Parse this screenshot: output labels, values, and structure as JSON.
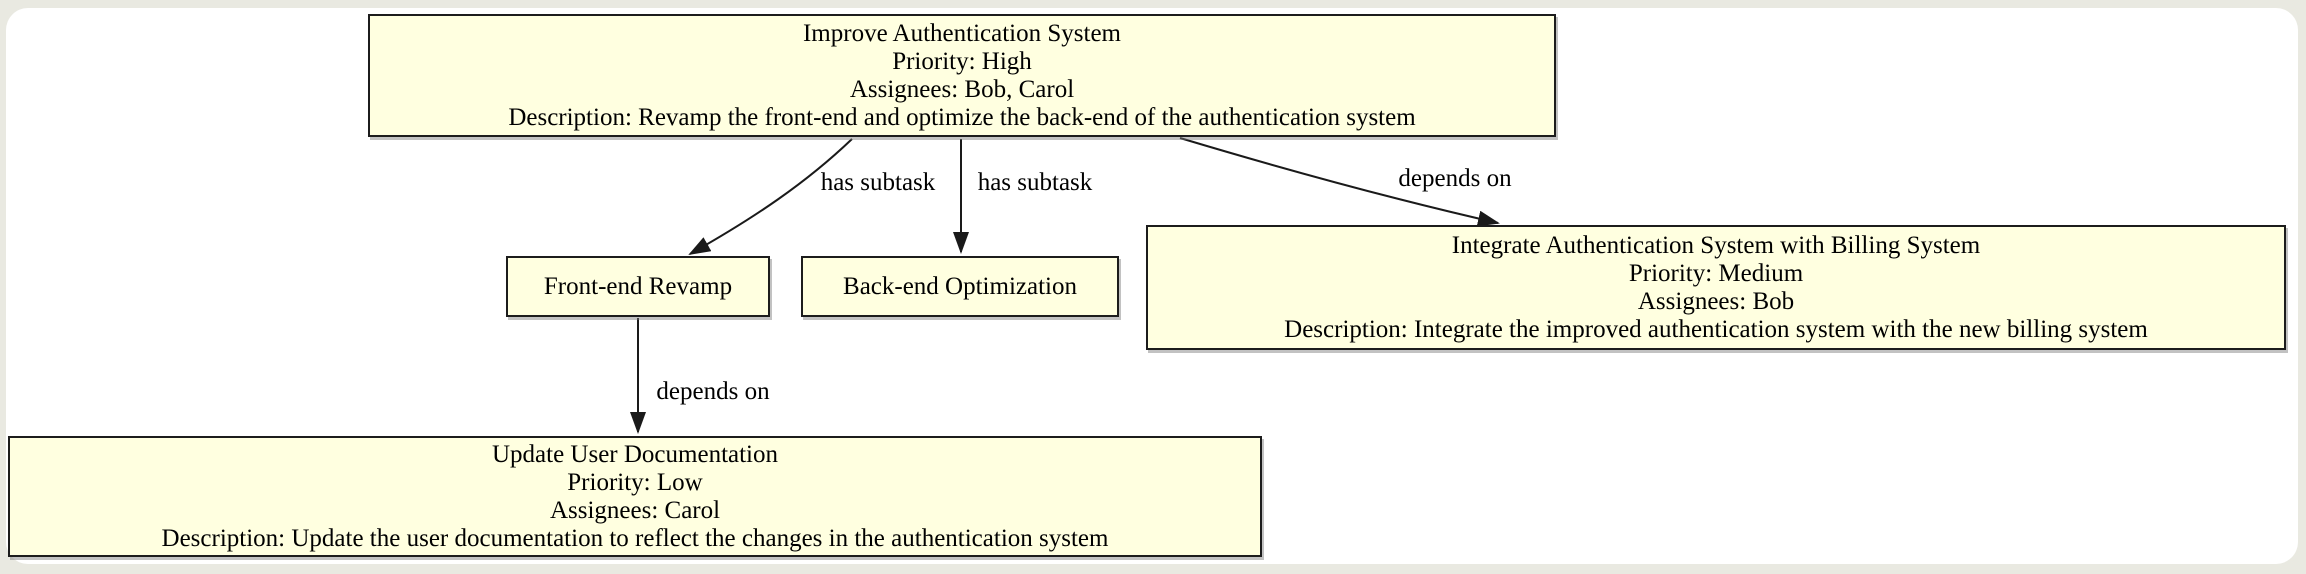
{
  "diagram": {
    "background_color": "#E9E9E1",
    "canvas_color": "#FFFFFF",
    "node_fill_color": "#FFFFE0",
    "node_border_color": "#1C1C1C",
    "edge_color": "#1A1A1A",
    "text_color": "#000000"
  },
  "nodes": {
    "improve_auth": {
      "lines": [
        "Improve Authentication System",
        "Priority: High",
        "Assignees: Bob, Carol",
        "Description: Revamp the front-end and optimize the back-end of the authentication system"
      ]
    },
    "frontend_revamp": {
      "label": "Front-end Revamp"
    },
    "backend_optimization": {
      "label": "Back-end Optimization"
    },
    "integrate_billing": {
      "lines": [
        "Integrate Authentication System with Billing System",
        "Priority: Medium",
        "Assignees: Bob",
        "Description: Integrate the improved authentication system with the new billing system"
      ]
    },
    "update_docs": {
      "lines": [
        "Update User Documentation",
        "Priority: Low",
        "Assignees: Carol",
        "Description: Update the user documentation to reflect the changes in the authentication system"
      ]
    }
  },
  "edge_labels": {
    "improve_to_frontend": "has subtask",
    "improve_to_backend": "has subtask",
    "improve_to_integrate": "depends on",
    "frontend_to_docs": "depends on"
  }
}
